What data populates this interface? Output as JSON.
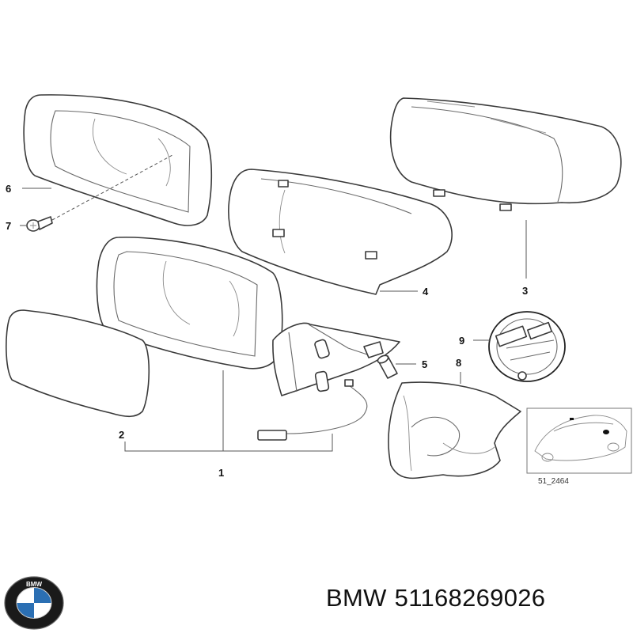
{
  "callouts": {
    "c1": "1",
    "c2": "2",
    "c3": "3",
    "c4": "4",
    "c5": "5",
    "c6": "6",
    "c7": "7",
    "c8": "8",
    "c9": "9"
  },
  "inset": {
    "reference": "51_2464"
  },
  "caption": {
    "brand": "BMW",
    "part_number": "51168269026"
  },
  "logo": {
    "text": "BMW",
    "colors": {
      "ring": "#1a1a1a",
      "blue": "#2b6fb3",
      "white": "#ffffff"
    }
  }
}
